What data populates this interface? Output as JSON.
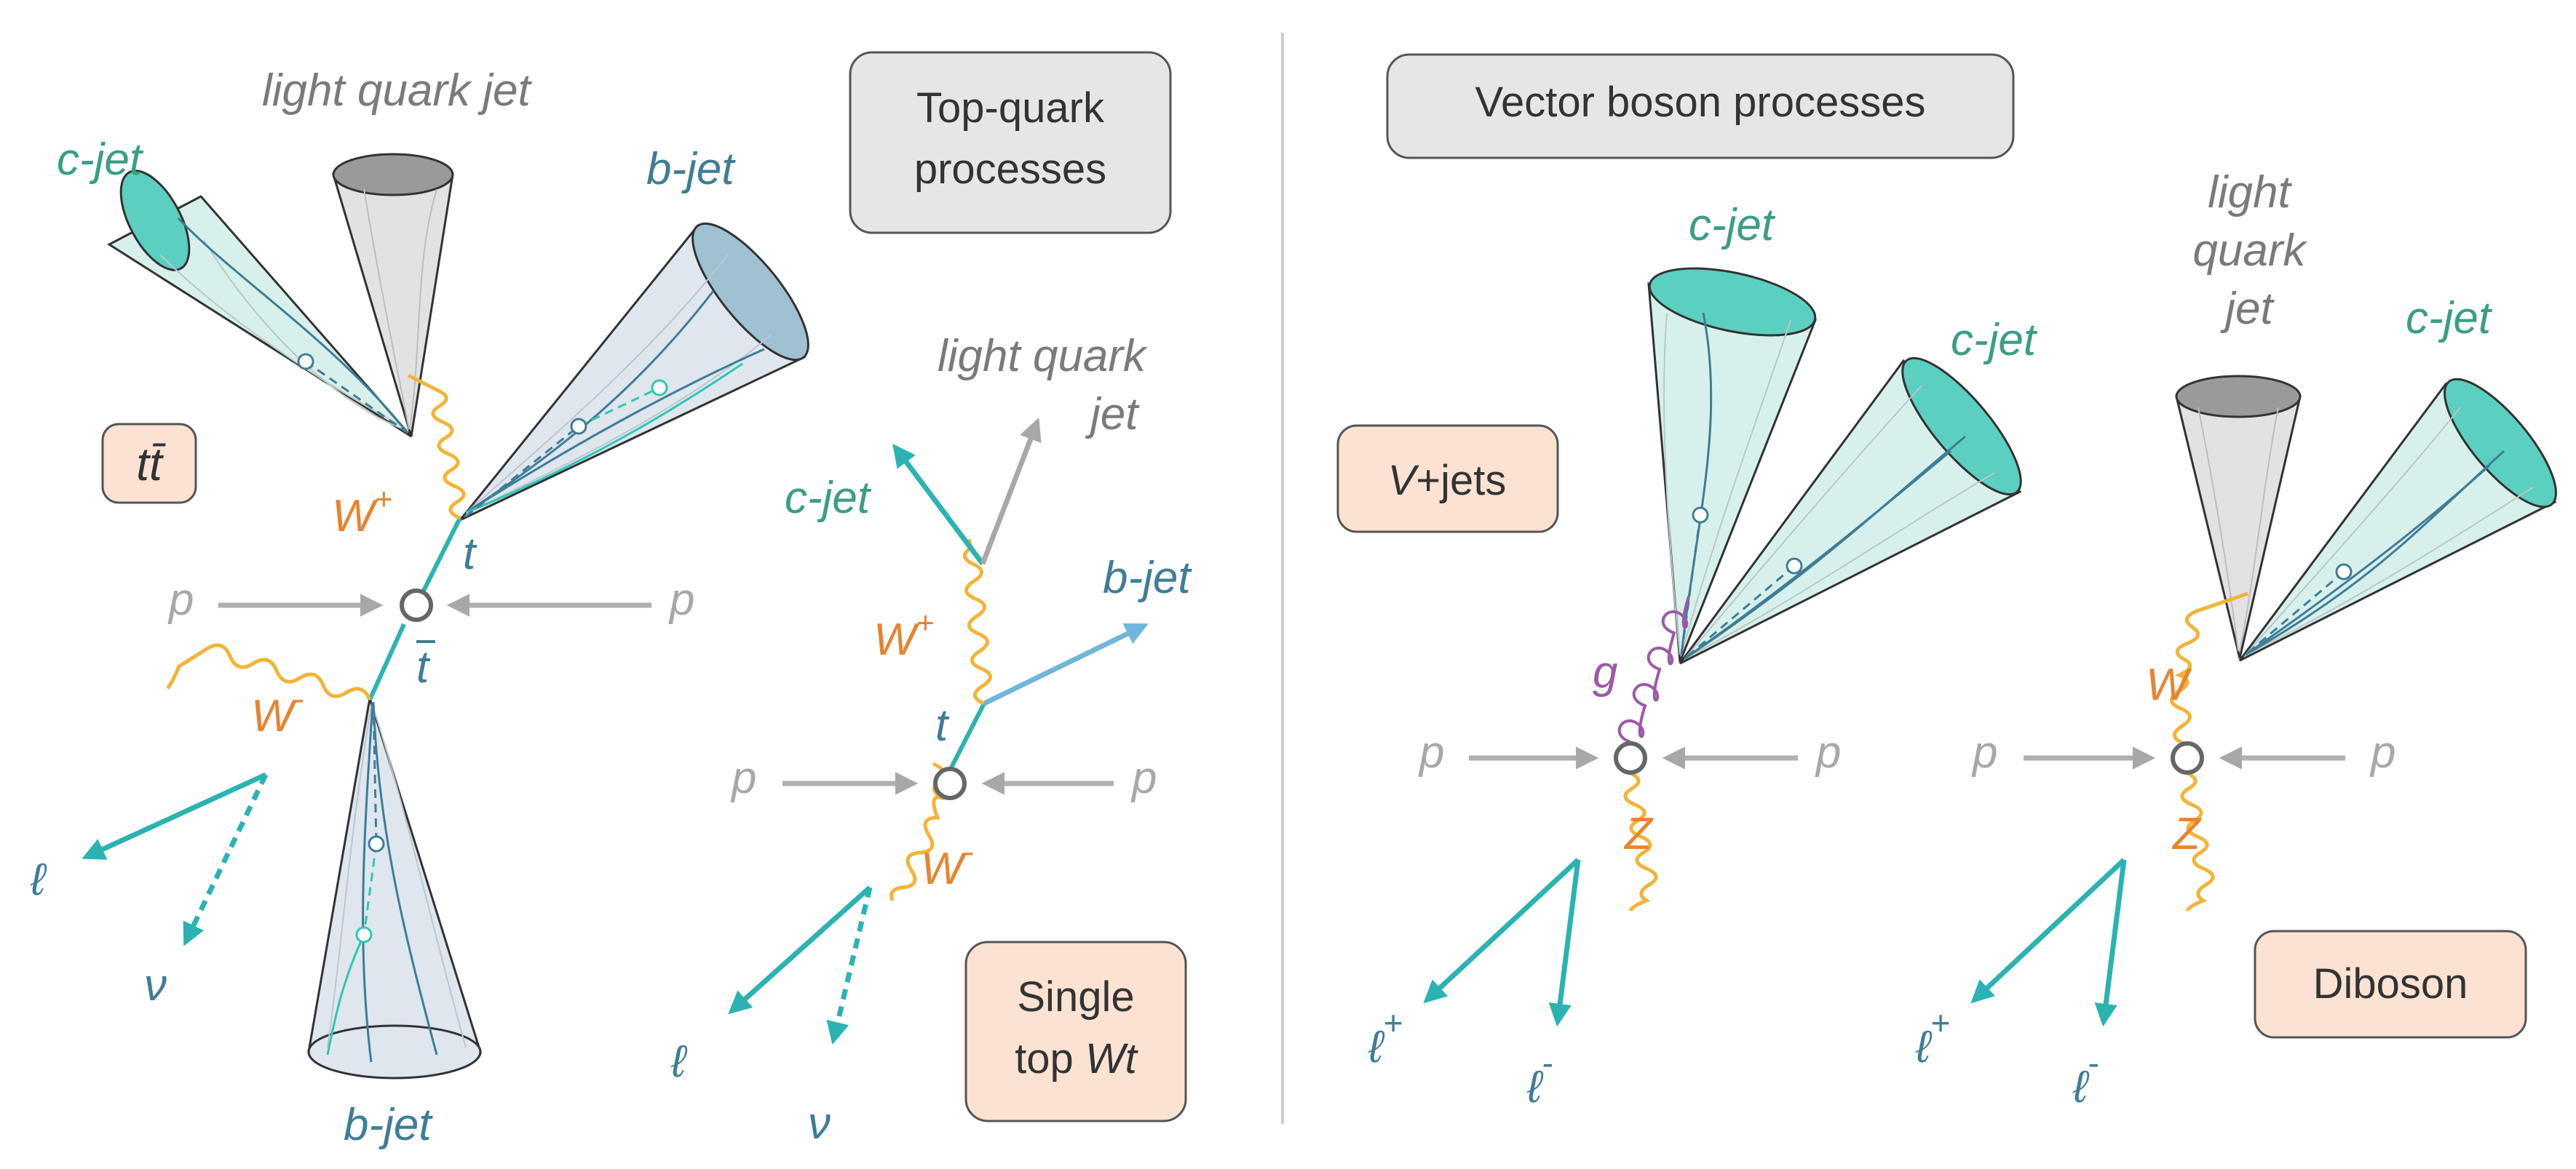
{
  "colors": {
    "teal": "#2ab3b1",
    "cjet": "#3a9e86",
    "bjet": "#3f7d96",
    "light": "#7a7a7a",
    "w": "#e8832e",
    "gluon": "#9b59a8",
    "proton": "#b0b0b0",
    "box_gray": "#e6e6e6",
    "box_peach": "#fbe2d3",
    "cone_teal": "#d8f0ec",
    "cone_blue": "#dfe6ee",
    "cone_gray": "#e2e2e2",
    "cap_teal": "#5bcfc0",
    "cap_blue": "#9fc1d2",
    "cap_gray": "#9a9a9a"
  },
  "headers": {
    "top": [
      "Top-quark",
      "processes"
    ],
    "vector": "Vector boson processes"
  },
  "badges": {
    "ttbar": "tt̄",
    "vjets_italic": "V",
    "vjets_rest": "+jets",
    "singletop_line1": "Single",
    "singletop_line2_a": "top ",
    "singletop_line2_b": "Wt",
    "diboson": "Diboson"
  },
  "labels": {
    "ttbar": {
      "light": "light quark jet",
      "cjet": "c-jet",
      "bjet_top": "b-jet",
      "bjet_bottom": "b-jet",
      "wplus": "W",
      "wplus_sup": "+",
      "wminus": "W",
      "wminus_sup": "-",
      "t": "t",
      "tbar": "t",
      "p_left": "p",
      "p_right": "p",
      "lepton": "ℓ",
      "nu": "ν"
    },
    "single": {
      "light_1": "light quark",
      "light_2": "jet",
      "cjet": "c-jet",
      "bjet": "b-jet",
      "wplus": "W",
      "wplus_sup": "+",
      "wminus": "W",
      "wminus_sup": "-",
      "t": "t",
      "p_left": "p",
      "p_right": "p",
      "lepton": "ℓ",
      "nu": "ν"
    },
    "vjets": {
      "cjet_1": "c-jet",
      "cjet_2": "c-jet",
      "g": "g",
      "z": "Z",
      "p_left": "p",
      "p_right": "p",
      "lplus": "ℓ",
      "lplus_sup": "+",
      "lminus": "ℓ",
      "lminus_sup": "-"
    },
    "diboson": {
      "light_1": "light",
      "light_2": "quark",
      "light_3": "jet",
      "cjet": "c-jet",
      "w": "W",
      "z": "Z",
      "p_left": "p",
      "p_right": "p",
      "lplus": "ℓ",
      "lplus_sup": "+",
      "lminus": "ℓ",
      "lminus_sup": "-"
    }
  }
}
